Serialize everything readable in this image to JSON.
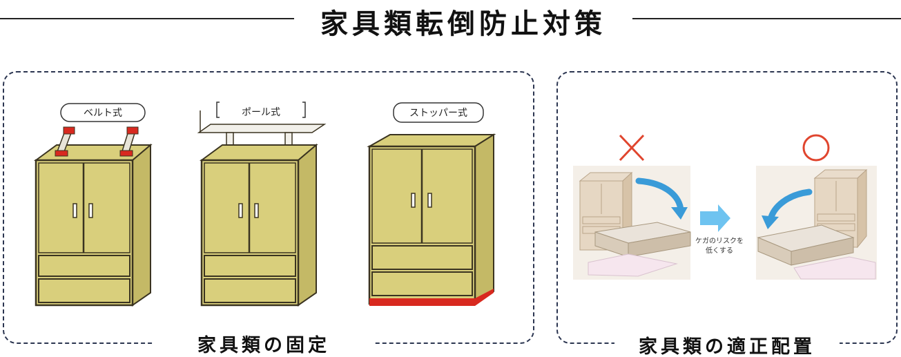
{
  "title": "家具類転倒防止対策",
  "left_panel": {
    "caption": "家具類の固定",
    "items": [
      {
        "label": "ベルト式"
      },
      {
        "label": "ポール式"
      },
      {
        "label": "ストッパー式"
      }
    ]
  },
  "right_panel": {
    "caption": "家具類の適正配置",
    "bad_mark": "×",
    "good_mark": "○",
    "arrow_text_line1": "ケガのリスクを",
    "arrow_text_line2": "低くする"
  },
  "colors": {
    "cabinet": "#d9cf7c",
    "cabinet_side": "#c4b966",
    "outline": "#3a3320",
    "fixture_red": "#d8291f",
    "bad_mark": "#e0452e",
    "arrow_blue": "#3a9bd8"
  }
}
